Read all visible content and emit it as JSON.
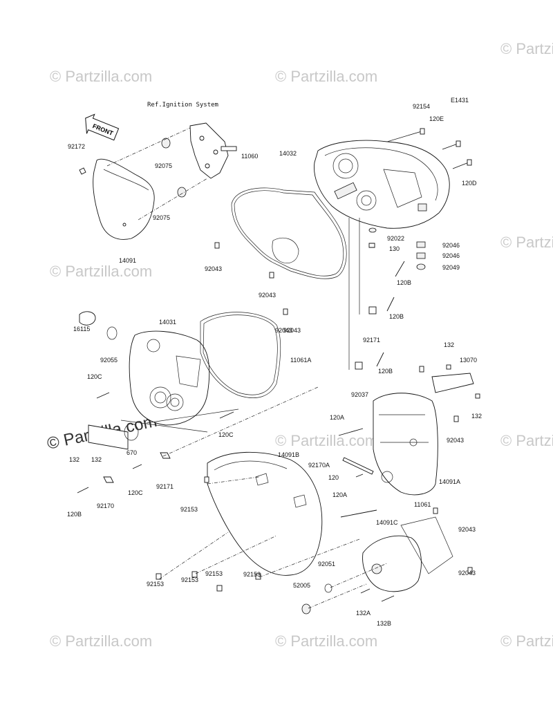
{
  "diagram": {
    "code": "E1431",
    "reference": "Ref.Ignition System",
    "front_label": "FRONT",
    "watermark": "© Partzilla.com",
    "parts": [
      "92172",
      "92075",
      "92075",
      "14091",
      "92043",
      "11060",
      "92043",
      "14032",
      "92154",
      "120E",
      "120D",
      "92022",
      "130",
      "92046",
      "92046",
      "92049",
      "120B",
      "120B",
      "92171",
      "120B",
      "92037",
      "16115",
      "92055",
      "14031",
      "92043",
      "11061A",
      "120C",
      "120C",
      "132",
      "132",
      "670",
      "120C",
      "92171",
      "120B",
      "92170",
      "92153",
      "14091B",
      "92043",
      "132",
      "13070",
      "132",
      "120A",
      "92043",
      "92170A",
      "120",
      "14091A",
      "120A",
      "11061",
      "92043",
      "14091C",
      "92043",
      "92153",
      "92153",
      "92153",
      "92153",
      "92051",
      "52005",
      "132A",
      "132B"
    ]
  }
}
